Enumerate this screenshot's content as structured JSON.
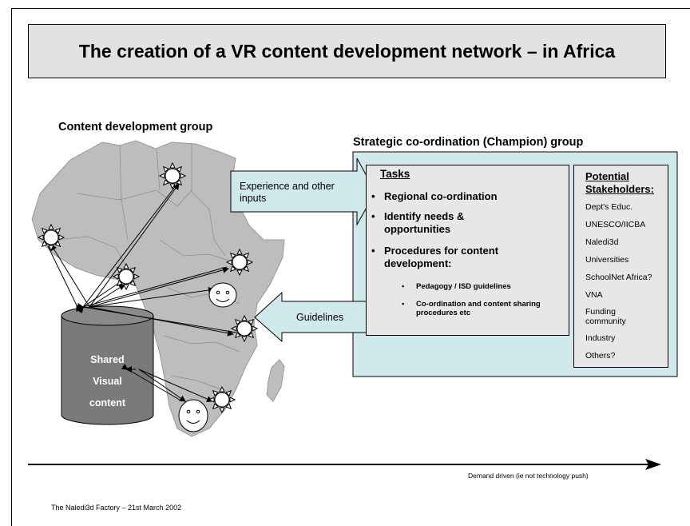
{
  "title": "The creation of a VR content development network – in Africa",
  "left_heading": "Content development group",
  "right_heading": "Strategic co-ordination (Champion) group",
  "experience_arrow": {
    "line1": "Experience and other",
    "line2": "inputs"
  },
  "guidelines_arrow": {
    "label": "Guidelines"
  },
  "tasks": {
    "title": "Tasks",
    "items": [
      {
        "bullet": "•",
        "text": "Regional co-ordination"
      },
      {
        "bullet": "•",
        "text": "Identify needs & opportunities"
      },
      {
        "bullet": "•",
        "text": "Procedures for content development:"
      }
    ],
    "subitems": [
      {
        "bullet": "•",
        "text": "Pedagogy / ISD guidelines"
      },
      {
        "bullet": "•",
        "text": "Co-ordination and content sharing procedures etc"
      }
    ]
  },
  "stakeholders": {
    "title_line1": "Potential",
    "title_line2": "Stakeholders:",
    "items": [
      "Dept's Educ.",
      "UNESCO/IICBA",
      "Naledi3d",
      "Universities",
      "SchoolNet Africa?",
      "VNA",
      "Funding community",
      "Industry",
      "Others?"
    ]
  },
  "cylinder": {
    "line1": "Shared",
    "line2": "Visual",
    "line3": "content"
  },
  "axis_label": "Demand driven (ie not technology push)",
  "footer": "The Naledi3d Factory – 21st March 2002",
  "colors": {
    "title_fill": "#e2e2e2",
    "champion_fill": "#cfe9ec",
    "arrow_fill": "#cfe9ec",
    "map_fill": "#bdbdbd",
    "cylinder_fill": "#7a7a7a",
    "box_fill": "#e7e7e7"
  },
  "icons": {
    "node": "sun-icon",
    "person": "smiley-face-icon"
  }
}
